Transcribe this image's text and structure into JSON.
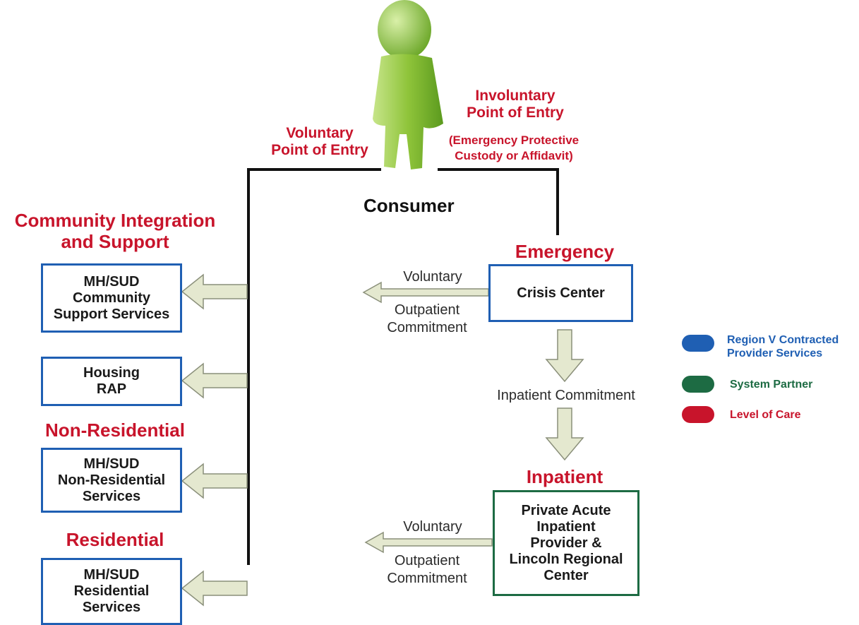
{
  "consumer_label": "Consumer",
  "voluntary_entry": "Voluntary\nPoint of Entry",
  "involuntary_entry": {
    "title": "Involuntary\nPoint of Entry",
    "note": "(Emergency Protective\nCustody or Affidavit)"
  },
  "left_column": {
    "community_heading": "Community Integration\nand Support",
    "community_box": "MH/SUD\nCommunity\nSupport Services",
    "housing_box": "Housing\nRAP",
    "nonresidential_heading": "Non-Residential",
    "nonresidential_box": "MH/SUD\nNon-Residential\nServices",
    "residential_heading": "Residential",
    "residential_box": "MH/SUD\nResidential\nServices"
  },
  "right_column": {
    "emergency_heading": "Emergency",
    "crisis_box": "Crisis Center",
    "crisis_voluntary": "Voluntary",
    "crisis_outpatient": "Outpatient\nCommitment",
    "inpatient_commitment": "Inpatient Commitment",
    "inpatient_heading": "Inpatient",
    "inpatient_box": "Private Acute\nInpatient\nProvider &\nLincoln Regional\nCenter",
    "inpatient_voluntary": "Voluntary",
    "inpatient_outpatient": "Outpatient\nCommitment"
  },
  "legend": [
    {
      "label": "Region V Contracted\nProvider Services",
      "color": "#1f5fb3"
    },
    {
      "label": "System Partner",
      "color": "#1d6b43"
    },
    {
      "label": "Level of Care",
      "color": "#c8142b"
    }
  ],
  "colors": {
    "heading_red": "#c8142b",
    "box_blue": "#1f5fb3",
    "box_green": "#1d6b43",
    "arrow_fill": "#e4e8cf",
    "arrow_stroke": "#8a8f7a",
    "figure_green": "#8fc43a"
  }
}
